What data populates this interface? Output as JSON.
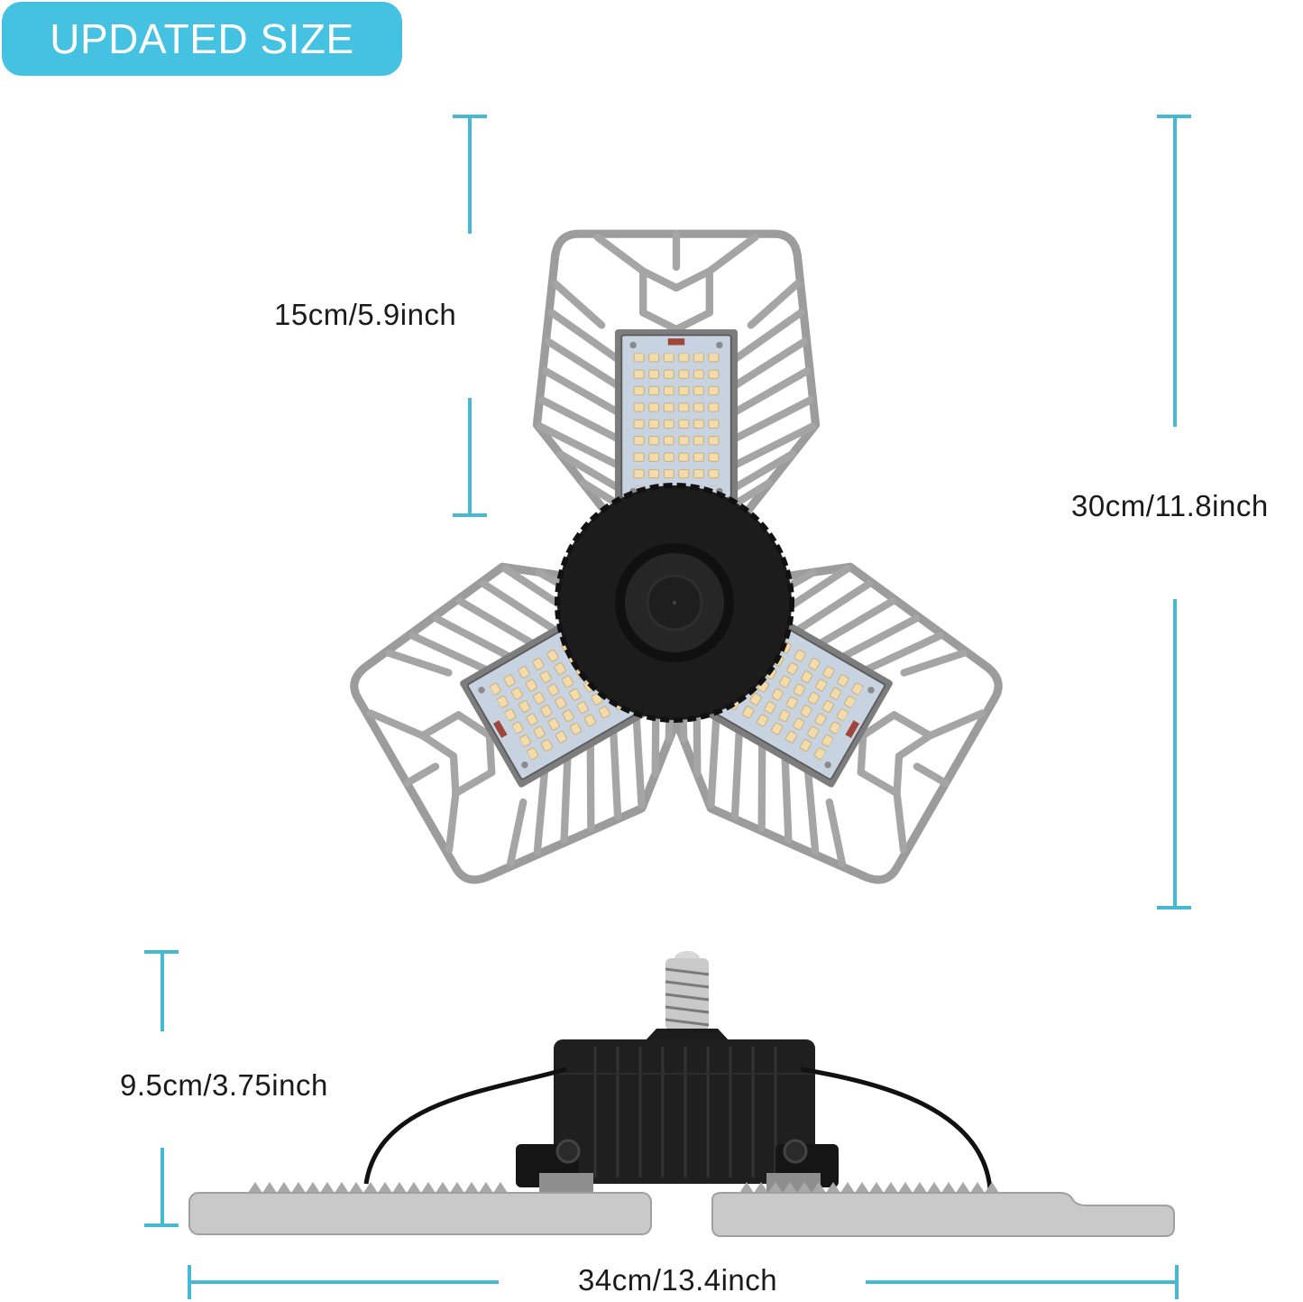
{
  "badge": {
    "label": "UPDATED SIZE",
    "color": "#45c1e2"
  },
  "accent_color": "#45b8d2",
  "dimensions": {
    "panel_length": {
      "label": "15cm/5.9inch",
      "orientation": "vertical"
    },
    "overall_height": {
      "label": "30cm/11.8inch",
      "orientation": "vertical"
    },
    "depth": {
      "label": "9.5cm/3.75inch",
      "orientation": "vertical"
    },
    "overall_width": {
      "label": "34cm/13.4inch",
      "orientation": "horizontal"
    }
  },
  "product": {
    "top_view": {
      "name": "3-panel deformable LED garage light, top view",
      "panel_count": 3
    },
    "side_view": {
      "name": "LED garage light, side view with E26 screw base"
    }
  }
}
